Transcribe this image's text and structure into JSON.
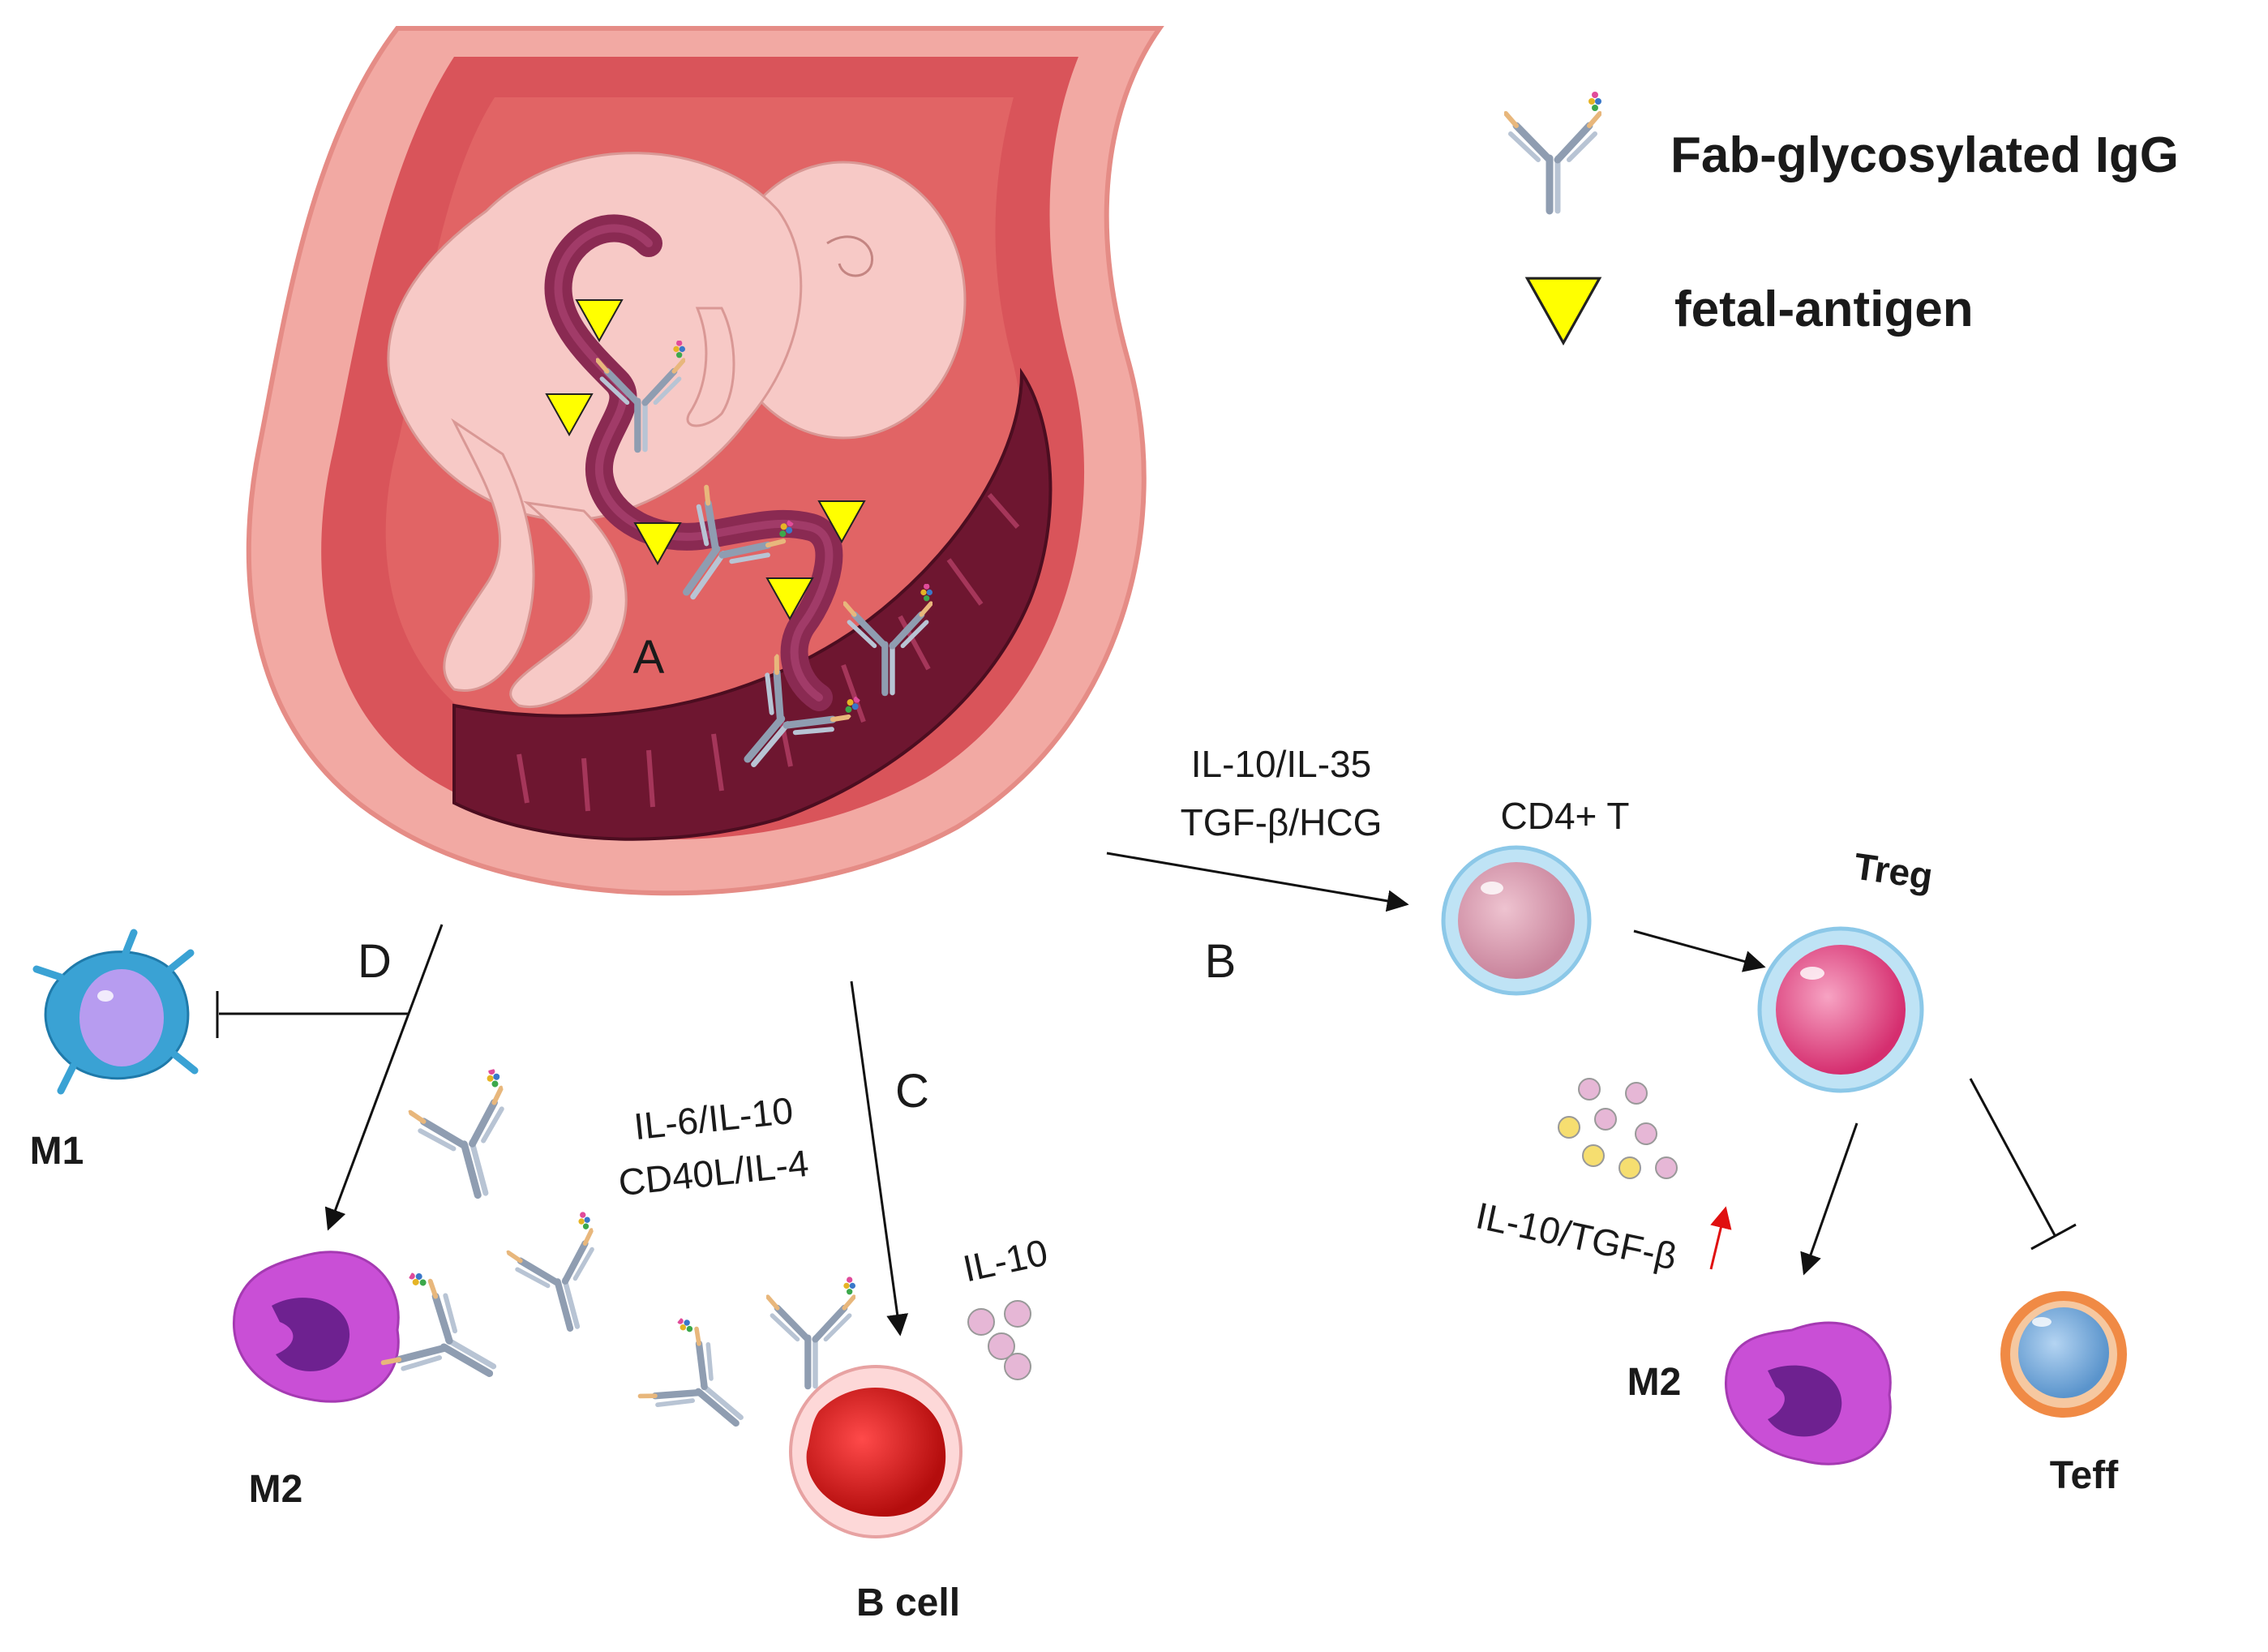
{
  "legend": {
    "antibody_label": "Fab-glycosylated IgG",
    "antigen_label": "fetal-antigen"
  },
  "panels": {
    "A": "A",
    "B": "B",
    "C": "C",
    "D": "D"
  },
  "cytokines": {
    "b_line1": "IL-10/IL-35",
    "b_line2": "TGF-β/HCG",
    "c_line1": "IL-6/IL-10",
    "c_line2": "CD40L/IL-4",
    "c_il10": "IL-10",
    "treg_secreted": "IL-10/TGF-β"
  },
  "cells": {
    "cd4t": "CD4+ T",
    "treg": "Treg",
    "m1": "M1",
    "m2_left": "M2",
    "m2_right": "M2",
    "bcell": "B cell",
    "teff": "Teff"
  },
  "colors": {
    "uterus_outer": "#f2a9a3",
    "uterus_inner": "#d9545a",
    "fetus": "#f7c9c6",
    "placenta": "#6e1630",
    "cord": "#8a2a52",
    "antigen": "#ffff00",
    "antibody": "#a9b6c8",
    "m2": "#c94fd6",
    "m1": "#3aa2d4",
    "bcell": "#d61b1b",
    "cd4t": "#d8a3b4",
    "treg": "#e3558c",
    "teff": "#7fb3e0",
    "upregulation_arrow": "#e01010"
  }
}
